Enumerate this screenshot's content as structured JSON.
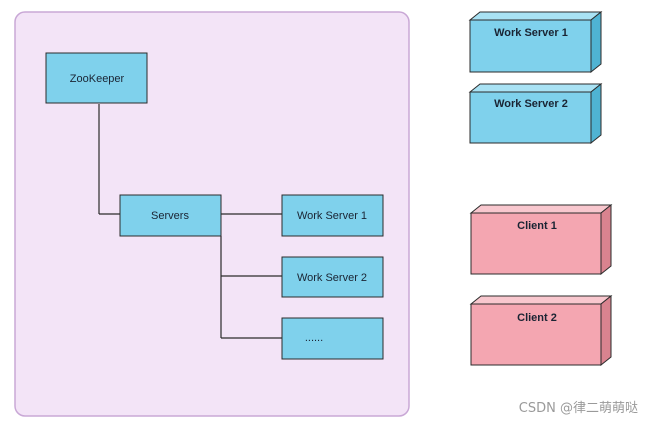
{
  "tree": {
    "root_label": "ZooKeeper",
    "servers_label": "Servers",
    "children": [
      "Work Server 1",
      "Work Server 2",
      "......"
    ]
  },
  "right": {
    "work_servers": [
      "Work Server 1",
      "Work Server 2"
    ],
    "clients": [
      "Client 1",
      "Client 2"
    ]
  },
  "watermark": "CSDN @律二萌萌哒",
  "colors": {
    "panel_fill": "#f3e4f7",
    "panel_stroke": "#c9a8d6",
    "server_fill": "#7fd1ec",
    "server_top": "#a9e2f4",
    "server_side": "#4fb3d3",
    "client_fill": "#f4a6b1",
    "client_top": "#f8c7ce",
    "client_side": "#d9838f",
    "line": "#2b2b2b"
  }
}
